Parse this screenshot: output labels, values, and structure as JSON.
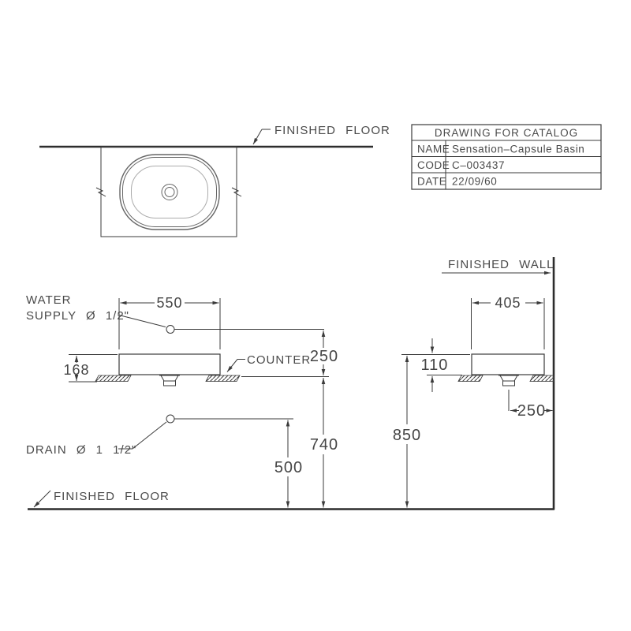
{
  "drawing": {
    "plan_view": {
      "finished_floor_label": "FINISHED FLOOR"
    },
    "title_block": {
      "header": "DRAWING FOR CATALOG",
      "name_label": "NAME",
      "name_value": "Sensation–Capsule Basin",
      "code_label": "CODE",
      "code_value": "C–003437",
      "date_label": "DATE",
      "date_value": "22/09/60"
    },
    "front_view": {
      "water_supply_label_line1": "WATER",
      "water_supply_label_line2": "SUPPLY Ø 1/2\"",
      "counter_label": "COUNTER",
      "drain_label": "DRAIN Ø 1 1/2\"",
      "finished_floor_label": "FINISHED FLOOR",
      "dim_basin_width": "550",
      "dim_basin_total_height": "168",
      "dim_supply_above_counter": "250",
      "dim_counter_height": "740",
      "dim_drain_height": "500"
    },
    "side_view": {
      "finished_wall_label": "FINISHED WALL",
      "dim_basin_depth": "405",
      "dim_rim_above_counter": "110",
      "dim_drain_to_wall": "250",
      "dim_rim_height": "850"
    }
  }
}
